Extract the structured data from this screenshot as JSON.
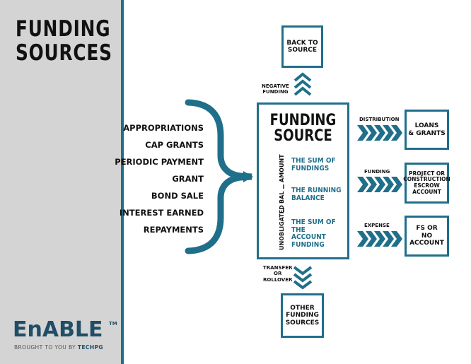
{
  "sidebar": {
    "title_line1": "FUNDING",
    "title_line2": "SOURCES",
    "logo": {
      "name": "EnABLE",
      "trademark": "TM",
      "tagline_prefix": "BROUGHT TO YOU BY ",
      "tagline_brand": "TECHPG"
    }
  },
  "sources": [
    "APPROPRIATIONS",
    "CAP GRANTS",
    "PERIODIC PAYMENT",
    "GRANT",
    "BOND SALE",
    "INTEREST EARNED",
    "REPAYMENTS"
  ],
  "main": {
    "title_line1": "FUNDING",
    "title_line2": "SOURCE",
    "rows": [
      {
        "label": "AMOUNT",
        "text_line1": "THE SUM OF",
        "text_line2": "FUNDINGS"
      },
      {
        "label": "BAL",
        "text_line1": "THE RUNNING",
        "text_line2": "BALANCE"
      },
      {
        "label": "UNOBLIGATED",
        "text_line1": "THE SUM OF",
        "text_line2": "THE ACCOUNT",
        "text_line3": "FUNDING"
      }
    ]
  },
  "top": {
    "box_line1": "BACK TO",
    "box_line2": "SOURCE",
    "arrow_label_line1": "NEGATIVE",
    "arrow_label_line2": "FUNDING"
  },
  "bottom": {
    "box_line1": "OTHER",
    "box_line2": "FUNDING",
    "box_line3": "SOURCES",
    "arrow_label_line1": "TRANSFER",
    "arrow_label_line2": "OR",
    "arrow_label_line3": "ROLLOVER"
  },
  "outputs": [
    {
      "arrow_label": "DISTRIBUTION",
      "box_line1": "LOANS",
      "box_line2": "& GRANTS"
    },
    {
      "arrow_label": "FUNDING",
      "box_line1": "PROJECT OR",
      "box_line2": "CONSTRUCTION",
      "box_line3": "ESCROW",
      "box_line4": "ACCOUNT"
    },
    {
      "arrow_label": "EXPENSE",
      "box_line1": "FS OR",
      "box_line2": "NO ACCOUNT"
    }
  ],
  "colors": {
    "accent": "#1f6f8b",
    "sidebar_bg": "#d4d4d4",
    "text": "#111111",
    "logo": "#1f4e66"
  }
}
